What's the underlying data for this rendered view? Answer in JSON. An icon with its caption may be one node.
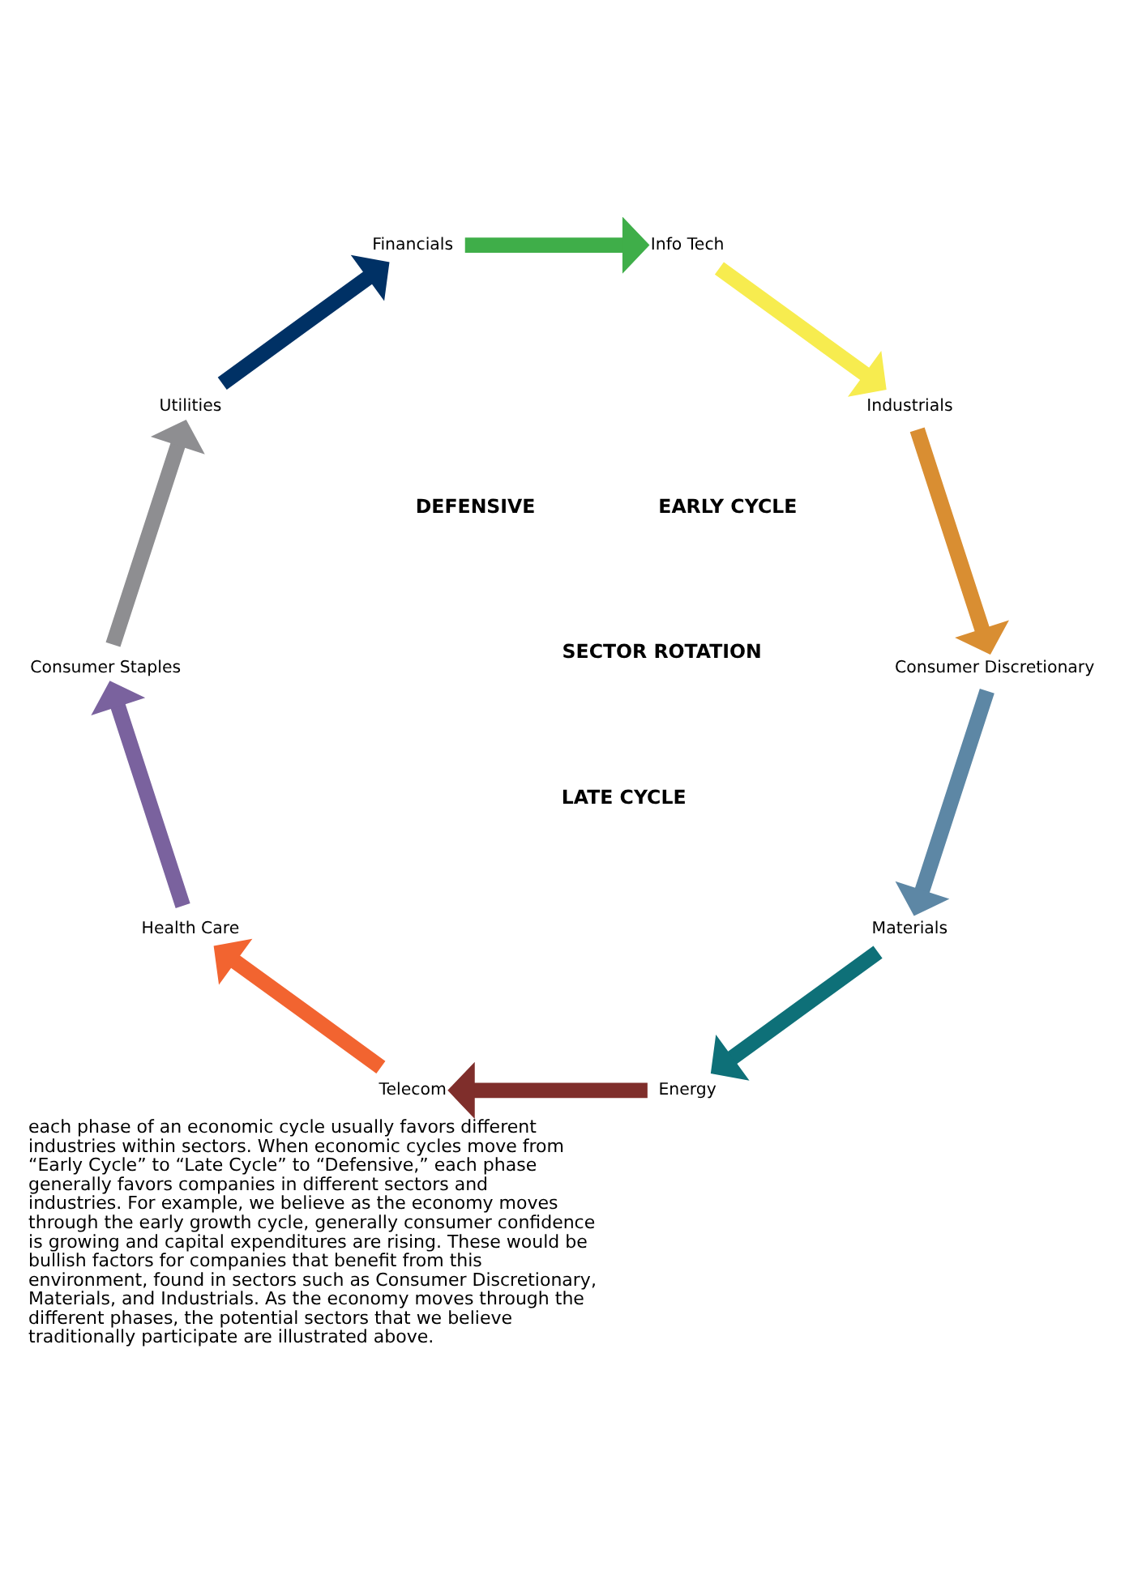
{
  "diagram": {
    "caption": "each phase of an economic cycle usually favors different industries within sectors. When economic cycles move from “Early Cycle” to “Late Cycle” to “Defensive,” each phase generally favors companies in different sectors and industries. For example, we believe as the economy moves through the early growth cycle, generally consumer confidence is growing and capital expenditures are rising. These would be bullish factors for companies that benefit from this environment, found in sectors such as Consumer Discretionary, Materials, and Industrials. As the economy moves through the different phases, the potential sectors that we believe traditionally participate are illustrated above.",
    "nodes": [
      {
        "text": [
          "Materials"
        ]
      },
      {
        "text": [
          "Energy"
        ]
      },
      {
        "text": [
          "Telecom"
        ]
      },
      {
        "text": [
          "Health Care"
        ]
      },
      {
        "text": [
          "Consumer Staples"
        ]
      },
      {
        "text": [
          "Utilities"
        ]
      },
      {
        "text": [
          "Financials"
        ]
      },
      {
        "text": [
          "Info Tech"
        ]
      },
      {
        "text": [
          "Industrials"
        ]
      },
      {
        "text": [
          "Consumer Discretionary"
        ]
      }
    ],
    "edges": [
      {
        "from": 0,
        "to": 1,
        "arrow": "to",
        "color": "#0e7078"
      },
      {
        "from": 1,
        "to": 2,
        "arrow": "to",
        "color": "#7f2e2b"
      },
      {
        "from": 2,
        "to": 3,
        "arrow": "to",
        "color": "#f26430"
      },
      {
        "from": 3,
        "to": 4,
        "arrow": "to",
        "color": "#7a629e"
      },
      {
        "from": 4,
        "to": 5,
        "arrow": "to",
        "color": "#8e8e91"
      },
      {
        "from": 5,
        "to": 6,
        "arrow": "to",
        "color": "#003165"
      },
      {
        "from": 6,
        "to": 7,
        "arrow": "to",
        "color": "#3fae49"
      },
      {
        "from": 7,
        "to": 8,
        "arrow": "to",
        "color": "#f7ec4f"
      },
      {
        "from": 8,
        "to": 9,
        "arrow": "to",
        "color": "#d98e32"
      },
      {
        "from": 9,
        "to": 0,
        "arrow": "to",
        "color": "#5d87a5"
      }
    ],
    "labels": [
      "LATE CYCLE",
      "EARLY CYCLE",
      "SECTOR ROTATION",
      "DEFENSIVE"
    ]
  }
}
